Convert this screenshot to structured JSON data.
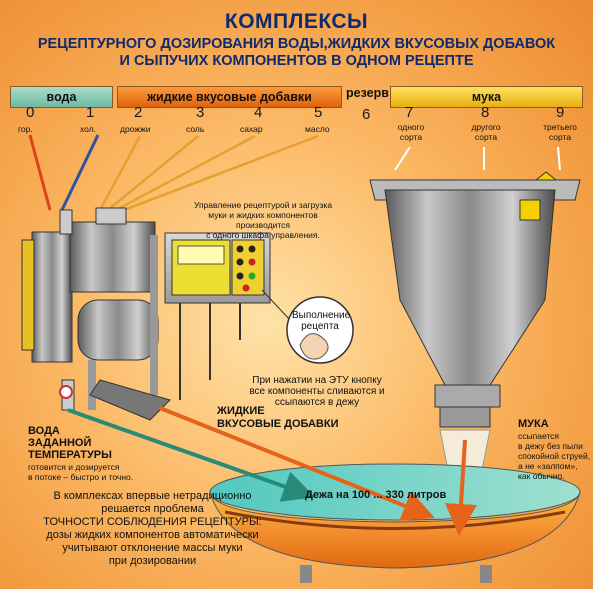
{
  "title": {
    "line1": "КОМПЛЕКСЫ",
    "line2": "РЕЦЕПТУРНОГО ДОЗИРОВАНИЯ ВОДЫ,ЖИДКИХ ВКУСОВЫХ ДОБАВОК",
    "line3": "И СЫПУЧИХ КОМПОНЕНТОВ В ОДНОМ РЕЦЕПТЕ"
  },
  "header_bar": {
    "water": {
      "label": "вода",
      "items": [
        {
          "num": "0",
          "sub": "гор."
        },
        {
          "num": "1",
          "sub": "хол."
        }
      ]
    },
    "liquids": {
      "label": "жидкие вкусовые добавки",
      "items": [
        {
          "num": "2",
          "sub": "дрожжи"
        },
        {
          "num": "3",
          "sub": "соль"
        },
        {
          "num": "4",
          "sub": "сахар"
        },
        {
          "num": "5",
          "sub": "масло"
        }
      ]
    },
    "reserve": {
      "label": "резерв",
      "num": "6"
    },
    "flour": {
      "label": "мука",
      "items": [
        {
          "num": "7",
          "sub1": "одного",
          "sub2": "сорта"
        },
        {
          "num": "8",
          "sub1": "другого",
          "sub2": "сорта"
        },
        {
          "num": "9",
          "sub1": "третьего",
          "sub2": "сорта"
        }
      ]
    }
  },
  "colors": {
    "water_bar": "#86c9b4",
    "liquids_bar": "#f07a1a",
    "flour_bar": "#f6cc20",
    "title_text": "#102a6e",
    "arrow_teal": "#2a8a7a",
    "arrow_orange": "#e5631a",
    "arrow_red": "#d9441c",
    "arrow_blue": "#3050a0"
  },
  "annotations": {
    "control_note": [
      "Управление рецептурой и загрузка",
      "муки и жидких компонентов производится",
      "с одного шкафа управления."
    ],
    "button_label": [
      "Выполнение",
      "рецепта"
    ],
    "button_note": [
      "При нажатии на ЭТУ кнопку",
      "все компоненты сливаются и",
      "ссыпаются в дежу"
    ],
    "liquids_label": [
      "ЖИДКИЕ",
      "ВКУСОВЫЕ ДОБАВКИ"
    ],
    "water_label": [
      "ВОДА",
      "ЗАДАННОЙ",
      "ТЕМПЕРАТУРЫ"
    ],
    "water_note": [
      "готовится и дозируется",
      "в потоке – быстро и точно."
    ],
    "flour_label": "МУКА",
    "flour_note": [
      "ссыпается",
      "в дежу без пыли",
      "спокойной струей,",
      "а не «залпом»,",
      "как обычно."
    ],
    "bowl_label": "Дежа на 100 ... 330 литров",
    "bottom_text": [
      "В комплексах впервые нетрадиционно",
      "решается проблема",
      "ТОЧНОСТИ СОБЛЮДЕНИЯ РЕЦЕПТУРЫ:",
      "дозы жидких компонентов автоматически",
      "учитывают отклонение массы муки",
      "при дозировании"
    ]
  }
}
